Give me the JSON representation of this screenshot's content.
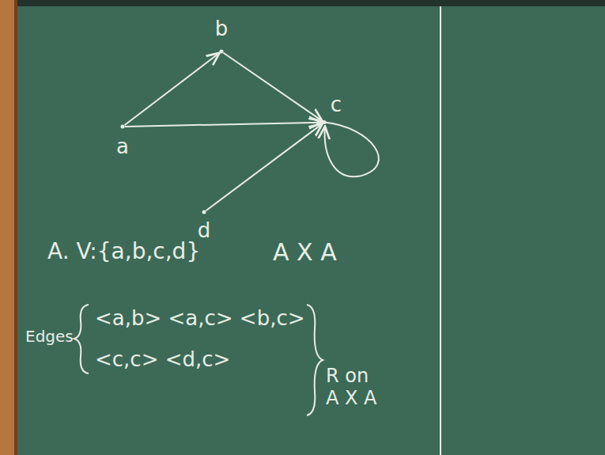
{
  "diagram": {
    "nodes": [
      {
        "text": [
          "b"
        ]
      },
      {
        "text": [
          "a"
        ]
      },
      {
        "text": [
          "c"
        ]
      },
      {
        "text": [
          "d"
        ]
      }
    ],
    "edges": [
      {
        "from": 1,
        "to": 0,
        "arrow": "to"
      },
      {
        "from": 0,
        "to": 2,
        "arrow": "to"
      },
      {
        "from": 1,
        "to": 2,
        "arrow": "to"
      },
      {
        "from": 2,
        "to": 2,
        "arrow": "to"
      },
      {
        "from": 3,
        "to": 2,
        "arrow": "to"
      }
    ],
    "labels": [
      "A. V:{a,b,c,d}",
      "A X A",
      "Edges",
      "<a,b> <a,c> <b,c>",
      "<c,c> <d,c>",
      "R on A X A"
    ]
  }
}
